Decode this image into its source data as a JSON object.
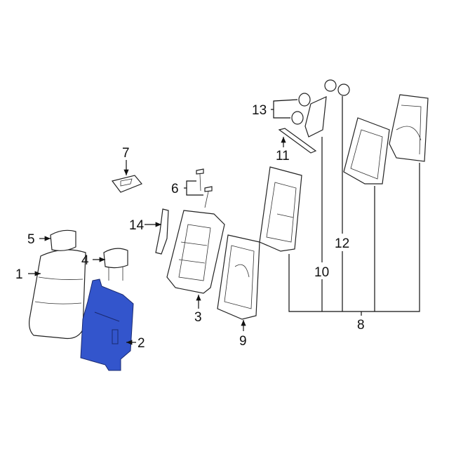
{
  "diagram": {
    "highlight_color": "#3355cc",
    "callouts": {
      "c1": "1",
      "c2": "2",
      "c3": "3",
      "c4": "4",
      "c5": "5",
      "c6": "6",
      "c7": "7",
      "c8": "8",
      "c9": "9",
      "c10": "10",
      "c11": "11",
      "c12": "12",
      "c13": "13",
      "c14": "14"
    }
  }
}
